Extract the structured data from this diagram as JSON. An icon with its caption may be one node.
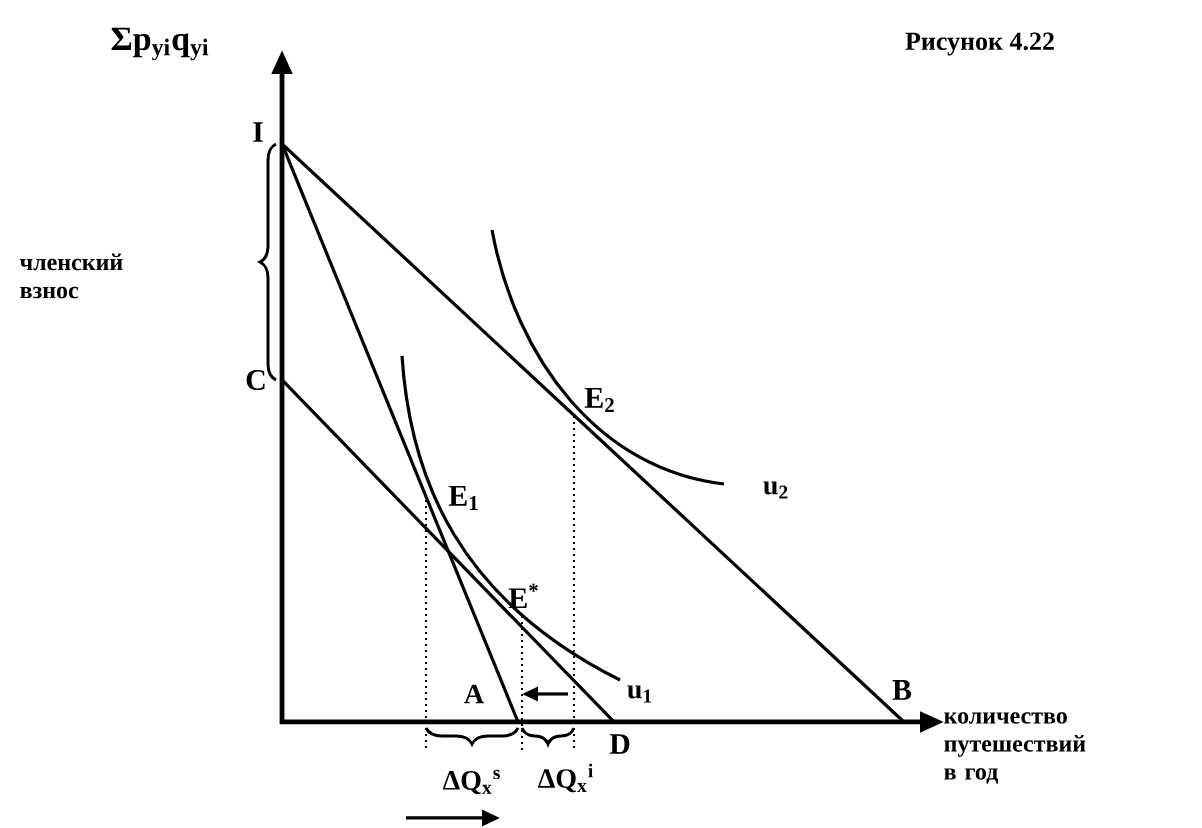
{
  "diagram": {
    "title": "Рисунок 4.22",
    "labels": [
      "Σp$_{yi}$q$_{yi}$",
      "I",
      "членский взнос",
      "C",
      "E$_{2}$",
      "u$_{2}$",
      "E$_{1}$",
      "E$^{*}$",
      "A",
      "u$_{1}$",
      "B",
      "количество путешествий в год",
      "D",
      "ΔQ$_{x}$$^{s}$",
      "ΔQ$_{x}$$^{i}$"
    ]
  }
}
